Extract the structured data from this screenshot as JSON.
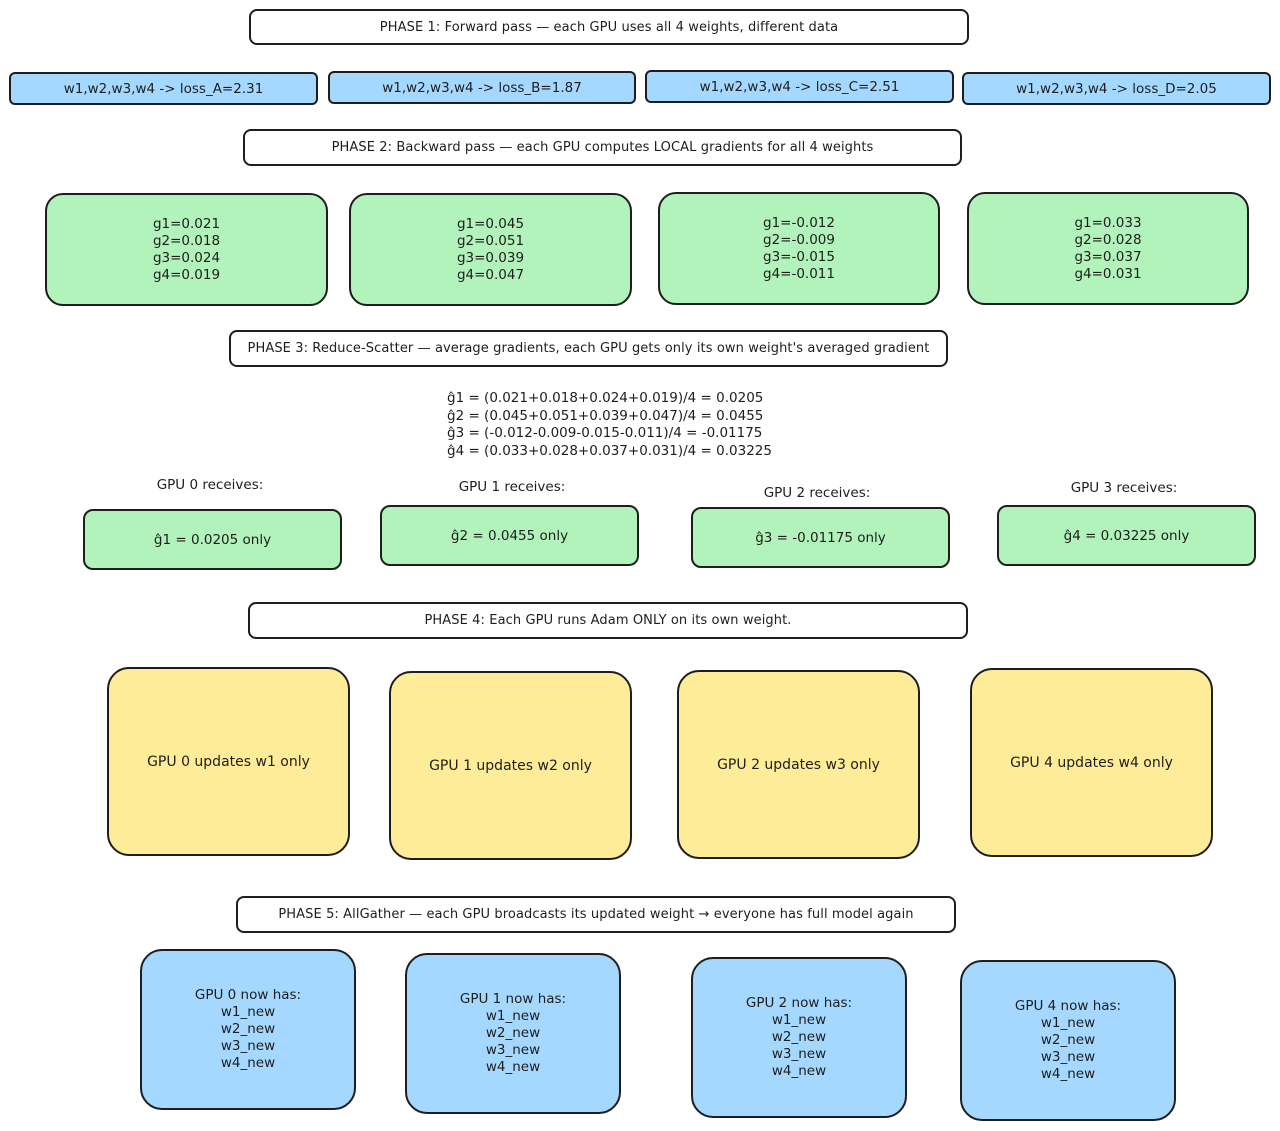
{
  "phase1": {
    "title": "PHASE 1: Forward pass — each GPU uses all 4 weights, different data",
    "gpus": [
      "w1,w2,w3,w4 -> loss_A=2.31",
      "w1,w2,w3,w4 -> loss_B=1.87",
      "w1,w2,w3,w4 -> loss_C=2.51",
      "w1,w2,w3,w4 -> loss_D=2.05"
    ]
  },
  "phase2": {
    "title": "PHASE 2: Backward pass — each GPU computes LOCAL gradients for all 4 weights",
    "gpus": [
      [
        "g1=0.021",
        "g2=0.018",
        "g3=0.024",
        "g4=0.019"
      ],
      [
        "g1=0.045",
        "g2=0.051",
        "g3=0.039",
        "g4=0.047"
      ],
      [
        "g1=-0.012",
        "g2=-0.009",
        "g3=-0.015",
        "g4=-0.011"
      ],
      [
        "g1=0.033",
        "g2=0.028",
        "g3=0.037",
        "g4=0.031"
      ]
    ]
  },
  "phase3": {
    "title": "PHASE 3: Reduce-Scatter — average gradients, each GPU gets only its own weight's averaged gradient",
    "formulas": [
      "ĝ1 = (0.021+0.018+0.024+0.019)/4 = 0.0205",
      "ĝ2 = (0.045+0.051+0.039+0.047)/4 = 0.0455",
      "ĝ3 = (-0.012-0.009-0.015-0.011)/4 = -0.01175",
      "ĝ4 = (0.033+0.028+0.037+0.031)/4 = 0.03225"
    ],
    "receives": [
      {
        "label": "GPU 0 receives:",
        "value": "ĝ1 = 0.0205 only"
      },
      {
        "label": "GPU 1 receives:",
        "value": "ĝ2 = 0.0455 only"
      },
      {
        "label": "GPU 2 receives:",
        "value": "ĝ3 = -0.01175 only"
      },
      {
        "label": "GPU 3 receives:",
        "value": "ĝ4 = 0.03225 only"
      }
    ]
  },
  "phase4": {
    "title": "PHASE 4: Each GPU runs Adam ONLY on its own weight.",
    "gpus": [
      "GPU 0 updates w1 only",
      "GPU 1 updates w2 only",
      "GPU 2 updates w3 only",
      "GPU 4 updates w4 only"
    ]
  },
  "phase5": {
    "title": "PHASE 5: AllGather — each GPU broadcasts its updated weight → everyone has full model again",
    "gpus": [
      [
        "GPU 0 now has:",
        "w1_new",
        "w2_new",
        "w3_new",
        "w4_new"
      ],
      [
        "GPU 1 now has:",
        "w1_new",
        "w2_new",
        "w3_new",
        "w4_new"
      ],
      [
        "GPU 2 now has:",
        "w1_new",
        "w2_new",
        "w3_new",
        "w4_new"
      ],
      [
        "GPU 4 now has:",
        "w1_new",
        "w2_new",
        "w3_new",
        "w4_new"
      ]
    ]
  },
  "colors": {
    "blue_fill": "#a5d8ff",
    "green_fill": "#b2f2bb",
    "yellow_fill": "#ffec99",
    "stroke": "#1e1e1e"
  }
}
